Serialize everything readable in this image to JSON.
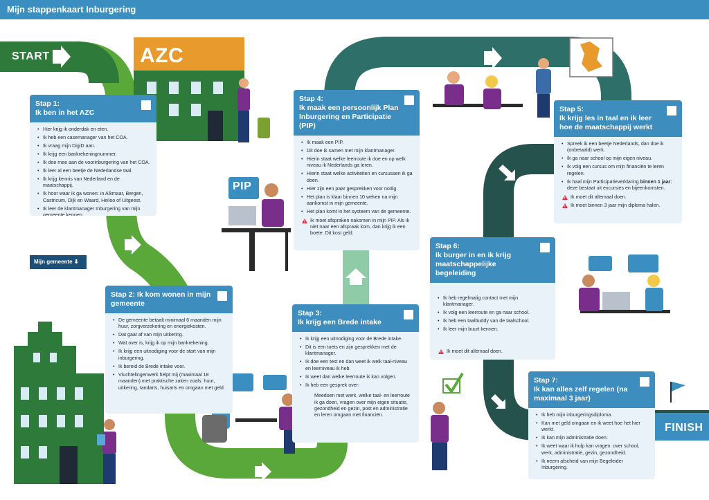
{
  "header": {
    "title": "Mijn stappenkaart Inburgering"
  },
  "road": {
    "start_label": "START",
    "finish_label": "FINISH"
  },
  "buildings": {
    "azc_sign": "AZC",
    "pip_sign": "PIP"
  },
  "signs": {
    "mijn_gemeente": "Mijn gemeente"
  },
  "colors": {
    "header_blue": "#3a8fc0",
    "card_head": "#3d8dbf",
    "card_body": "#e9f2f9",
    "road_green": "#5aa83a",
    "road_teal": "#2f6f6a",
    "road_dark": "#26524e",
    "azc_orange": "#e89b2c",
    "warning_red": "#d8324a"
  },
  "steps": [
    {
      "title": "Stap 1:\nIk ben in het AZC",
      "items": [
        "Hier krijg ik onderdak en eten.",
        "Ik heb een casemanager van het COA.",
        "Ik vraag mijn DigiD aan.",
        "Ik krijg een bankrekeningnummer.",
        "Ik doe mee aan de voorinburgering van het COA.",
        "Ik leer al een beetje de Nederlandse taal.",
        "Ik krijg kennis van Nederland en de maatschappij.",
        "Ik hoor waar ik ga wonen: in Alkmaar, Bergen, Castricum, Dijk en Waard, Heiloo of Uitgeest.",
        "Ik leer de klantmanager Inburgering van mijn gemeente kennen."
      ]
    },
    {
      "title": "Stap 2: Ik kom wonen in mijn gemeente",
      "items": [
        "De gemeente betaalt minimaal 6 maanden mijn huur, zorgverzekering en energiekosten.",
        "Dat gaat af van mijn uitkering.",
        "Wat over is, krijg ik op mijn bankrekening.",
        "Ik krijg een uitnodiging voor de start van mijn inburgering.",
        "Ik bereid de Brede intake voor.",
        "Vluchtelingenwerk helpt mij (maximaal 18 maanden) met praktische zaken zoals: huur, uitkering, tandarts, huisarts en omgaan met geld."
      ]
    },
    {
      "title": "Stap 3:\nIk krijg een Brede intake",
      "items": [
        "Ik krijg een uitnodiging voor de Brede intake.",
        "Dit is een toets en zijn gesprekken met de klantmanager.",
        "Ik doe een test en dan weet ik welk taal-niveau en leerniveau ik heb.",
        "Ik weet dan welke leerroute ik kan volgen.",
        "Ik heb een gesprek over:"
      ],
      "extra": "Meedoen met werk, welke taal- en leerroute ik ga doen, vragen over mijn eigen situatie, gezondheid en gezin, post en administratie en leren omgaan met financiën."
    },
    {
      "title": "Stap 4:\nIk maak een persoonlijk Plan Inburgering en Participatie (PIP)",
      "items": [
        "Ik maak een PIP.",
        "Dit doe ik samen met mijn klantmanager.",
        "Hierin staat welke leerroute ik doe en op welk niveau ik Nederlands ga leren.",
        "Hierin staat welke activiteiten en cursussen ik ga doen.",
        "Hier zijn een paar gesprekken voor nodig.",
        "Het plan is klaar binnen 10 weken na mijn aankomst in mijn gemeente.",
        "Het plan komt in het systeem van de gemeente."
      ],
      "warnings": [
        "Ik moet afspraken nakomen in mijn PIP. Als ik niet naar een afspraak kom, dan krijg ik een boete. Dit kost geld."
      ]
    },
    {
      "title": "Stap 5:\nIk krijg les in taal en ik leer hoe de maatschappij werkt",
      "items": [
        "Spreek ik een beetje Nederlands, dan doe ik (onbetaald) werk.",
        "Ik ga naar school op mijn eigen niveau.",
        "Ik volg een cursus om mijn financiën te leren regelen."
      ],
      "item4_prefix": "Ik haal mijn Participatieverklaring ",
      "item4_bold": "binnen 1 jaar",
      "item4_suffix": ": deze bestaat uit excursies en bijeenkomsten.",
      "warnings": [
        "Ik moet dit allemaal doen.",
        "Ik moet binnen 3 jaar mijn diploma halen."
      ]
    },
    {
      "title": "Stap 6:\nIk burger in en ik krijg maatschappelijke begeleiding",
      "items": [
        "Ik heb regelmatig contact met mijn klantmanager.",
        "Ik volg een leerroute en ga naar school.",
        "Ik heb een taalbuddy van de taalschool.",
        "Ik leer mijn buurt kennen."
      ],
      "warnings": [
        "Ik moet dit allemaal doen."
      ]
    },
    {
      "title": "Stap 7:\nIk kan alles zelf regelen (na maximaal 3 jaar)",
      "items": [
        "Ik heb mijn inburgeringsdiploma.",
        "Kan met geld omgaan en ik weet hoe het hier werkt.",
        "Ik kan mijn administratie doen.",
        "Ik weet waar ik hulp kan vragen: over school, werk, administratie, gezin, gezondheid.",
        "Ik neem afscheid van mijn Begeleider Inburgering."
      ]
    }
  ]
}
